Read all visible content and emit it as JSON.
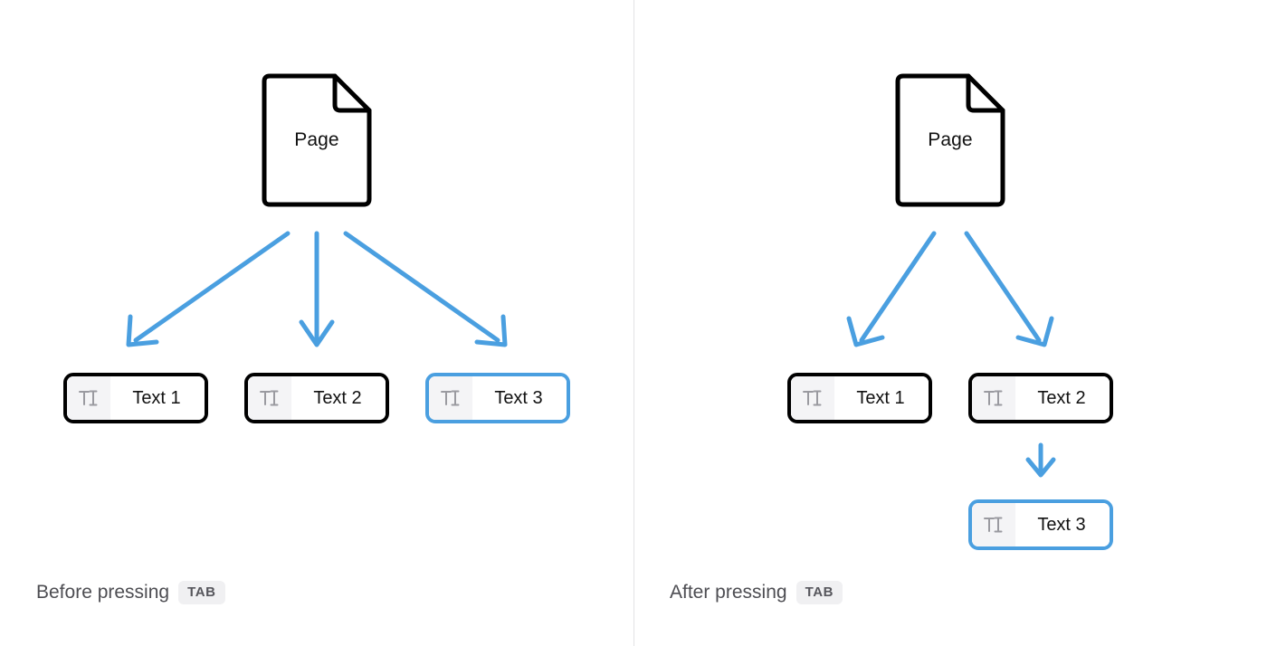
{
  "colors": {
    "arrow": "#4a9fe0",
    "selected_border": "#4a9fe0",
    "default_border": "#000000",
    "icon_slot_bg": "#f4f4f6",
    "divider": "#e3e3e5",
    "kbd_bg": "#f0f0f2",
    "caption_text": "#4d4d52"
  },
  "panels": {
    "left": {
      "page": {
        "label": "Page"
      },
      "nodes": [
        {
          "label": "Text 1",
          "icon": "text-cursor-icon",
          "selected": false
        },
        {
          "label": "Text 2",
          "icon": "text-cursor-icon",
          "selected": false
        },
        {
          "label": "Text 3",
          "icon": "text-cursor-icon",
          "selected": true
        }
      ],
      "caption": {
        "text": "Before pressing",
        "key": "TAB"
      }
    },
    "right": {
      "page": {
        "label": "Page"
      },
      "nodes": [
        {
          "label": "Text 1",
          "icon": "text-cursor-icon",
          "selected": false
        },
        {
          "label": "Text 2",
          "icon": "text-cursor-icon",
          "selected": false
        },
        {
          "label": "Text 3",
          "icon": "text-cursor-icon",
          "selected": true
        }
      ],
      "caption": {
        "text": "After pressing",
        "key": "TAB"
      }
    }
  }
}
